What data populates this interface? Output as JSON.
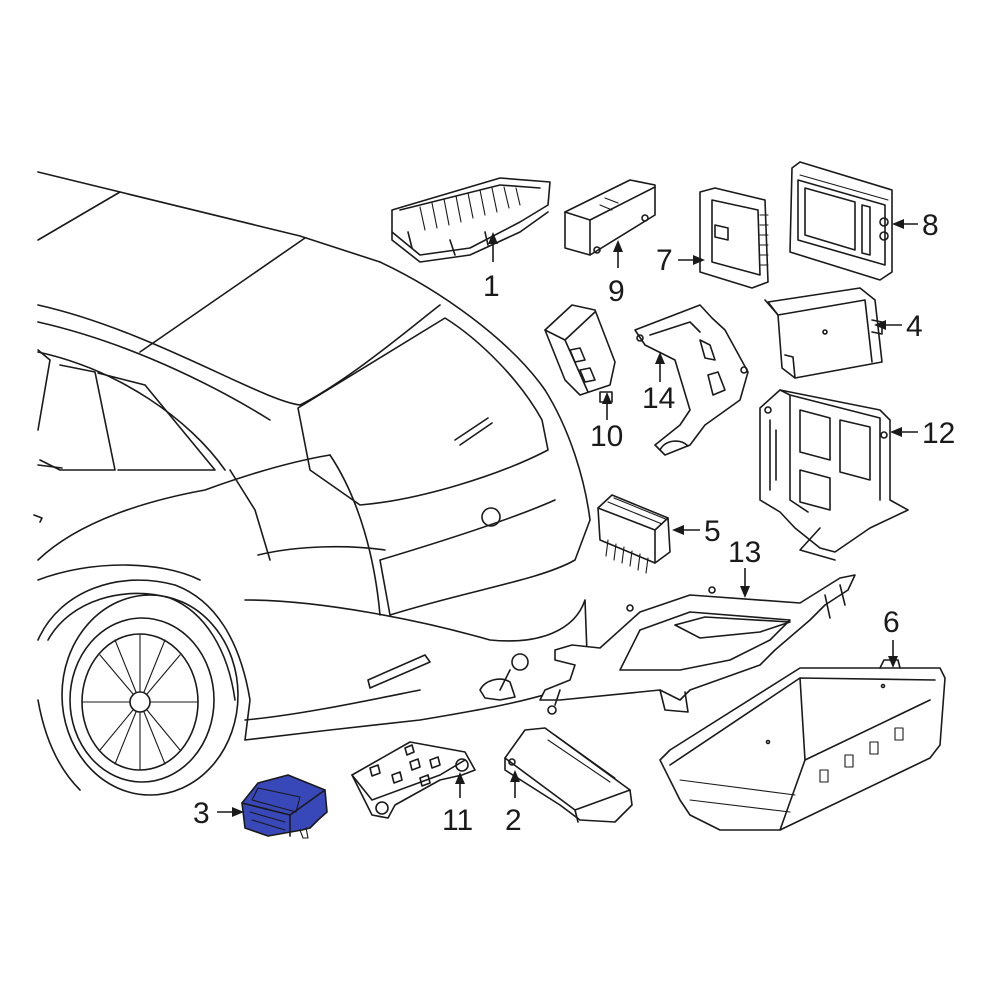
{
  "diagram": {
    "highlight_color": "#3848b8",
    "highlighted_part": "3",
    "callouts": [
      {
        "id": "c1",
        "label": "1"
      },
      {
        "id": "c2",
        "label": "2"
      },
      {
        "id": "c3",
        "label": "3"
      },
      {
        "id": "c4",
        "label": "4"
      },
      {
        "id": "c5",
        "label": "5"
      },
      {
        "id": "c6",
        "label": "6"
      },
      {
        "id": "c7",
        "label": "7"
      },
      {
        "id": "c8",
        "label": "8"
      },
      {
        "id": "c9",
        "label": "9"
      },
      {
        "id": "c10",
        "label": "10"
      },
      {
        "id": "c11",
        "label": "11"
      },
      {
        "id": "c12",
        "label": "12"
      },
      {
        "id": "c13",
        "label": "13"
      },
      {
        "id": "c14",
        "label": "14"
      }
    ]
  }
}
